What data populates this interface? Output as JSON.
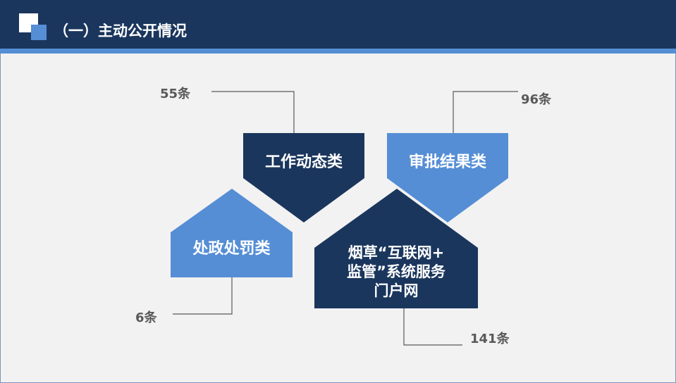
{
  "header": {
    "title": "（一）主动公开情况"
  },
  "diagram": {
    "nodes": [
      {
        "id": "work",
        "label": "工作动态类",
        "count": "55条",
        "color": "#1a365d"
      },
      {
        "id": "approval",
        "label": "审批结果类",
        "count": "96条",
        "color": "#558ed5"
      },
      {
        "id": "penalty",
        "label": "处政处罚类",
        "count": "6条",
        "color": "#558ed5"
      },
      {
        "id": "portal",
        "label_lines": [
          "烟草“互联网+",
          "监管”系统服务",
          "门户网"
        ],
        "count": "141条",
        "color": "#1a365d"
      }
    ],
    "connector_color": "#595959"
  }
}
